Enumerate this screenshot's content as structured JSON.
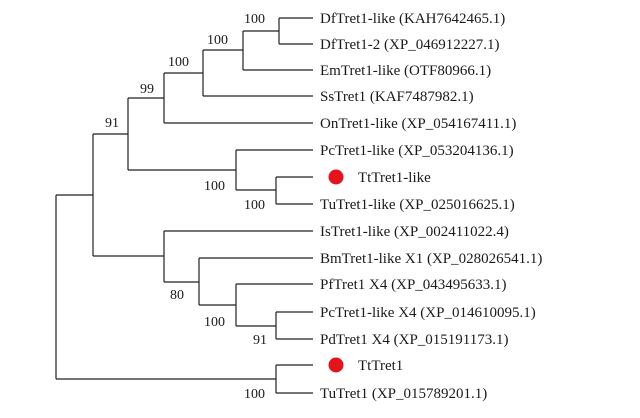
{
  "colors": {
    "branch": "#222222",
    "text": "#1a1a1a",
    "marker": "#e3141c"
  },
  "taxa": [
    {
      "id": "df-tret1-like",
      "label": "DfTret1-like (KAH7642465.1)",
      "marker": false
    },
    {
      "id": "df-tret1-2",
      "label": "DfTret1-2 (XP_046912227.1)",
      "marker": false
    },
    {
      "id": "em-tret1-like",
      "label": "EmTret1-like (OTF80966.1)",
      "marker": false
    },
    {
      "id": "ss-tret1",
      "label": "SsTret1 (KAF7487982.1)",
      "marker": false
    },
    {
      "id": "on-tret1-like",
      "label": "OnTret1-like (XP_054167411.1)",
      "marker": false
    },
    {
      "id": "pc-tret1-like",
      "label": "PcTret1-like (XP_053204136.1)",
      "marker": false
    },
    {
      "id": "tt-tret1-like",
      "label": "TtTret1-like",
      "marker": true
    },
    {
      "id": "tu-tret1-like",
      "label": "TuTret1-like (XP_025016625.1)",
      "marker": false
    },
    {
      "id": "is-tret1-like",
      "label": "IsTret1-like (XP_002411022.4)",
      "marker": false
    },
    {
      "id": "bm-tret1-like-x1",
      "label": "BmTret1-like X1 (XP_028026541.1)",
      "marker": false
    },
    {
      "id": "pf-tret1-x4",
      "label": "PfTret1 X4 (XP_043495633.1)",
      "marker": false
    },
    {
      "id": "pc-tret1-like-x4",
      "label": "PcTret1-like X4 (XP_014610095.1)",
      "marker": false
    },
    {
      "id": "pd-tret1-x4",
      "label": "PdTret1 X4 (XP_015191173.1)",
      "marker": false
    },
    {
      "id": "tt-tret1",
      "label": "TtTret1",
      "marker": true
    },
    {
      "id": "tu-tret1",
      "label": "TuTret1 (XP_015789201.1)",
      "marker": false
    }
  ],
  "support_values": [
    {
      "id": "df-clade",
      "value": "100"
    },
    {
      "id": "df-em-clade",
      "value": "100"
    },
    {
      "id": "df-em-ss-clade",
      "value": "100"
    },
    {
      "id": "with-on-clade",
      "value": "99"
    },
    {
      "id": "upper-clade",
      "value": "91"
    },
    {
      "id": "tt-tu-like-clade",
      "value": "100"
    },
    {
      "id": "pc-tt-tu-like-clade",
      "value": "100"
    },
    {
      "id": "pc-pd-clade",
      "value": "91"
    },
    {
      "id": "pf-pc-pd-clade",
      "value": "100"
    },
    {
      "id": "is-lower-clade",
      "value": "80"
    },
    {
      "id": "tt-tu-clade",
      "value": "100"
    }
  ]
}
